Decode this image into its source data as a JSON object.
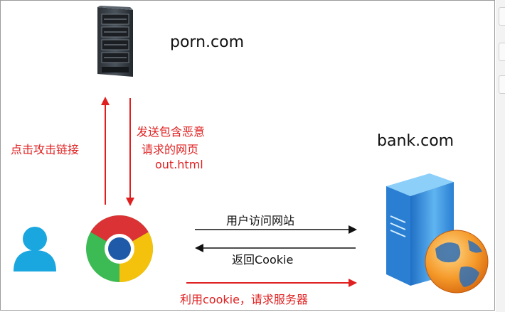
{
  "diagram": {
    "porn_host": "porn.com",
    "bank_host": "bank.com",
    "click_attack_link": "点击攻击链接",
    "send_malicious_page": [
      "发送包含恶意",
      "请求的网页",
      "out.html"
    ],
    "user_visits_site": "用户访问网站",
    "return_cookie": "返回Cookie",
    "use_cookie_request": "利用cookie，请求服务器"
  },
  "colors": {
    "red_arrow": "#e02020",
    "black_arrow": "#111111",
    "user_icon": "#1aa7e0",
    "chrome_red": "#db3236",
    "chrome_yellow": "#f4c20d",
    "chrome_green": "#3cba54",
    "chrome_blue": "#1e5aa8",
    "server_blue": "#3a8fd8",
    "globe_orange": "#f08a1c"
  },
  "icons": [
    "server-rack-icon",
    "user-icon",
    "chrome-browser-icon",
    "web-server-globe-icon"
  ]
}
